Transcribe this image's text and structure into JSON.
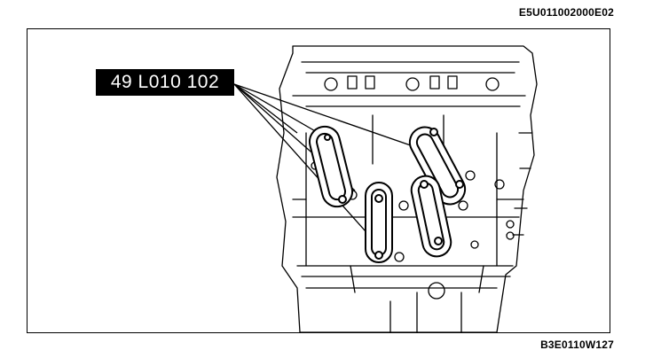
{
  "document_code": "E5U011002000E02",
  "tool_label": "49 L010 102",
  "figure_code": "B3E0110W127",
  "colors": {
    "ink": "#000000",
    "paper": "#ffffff"
  }
}
